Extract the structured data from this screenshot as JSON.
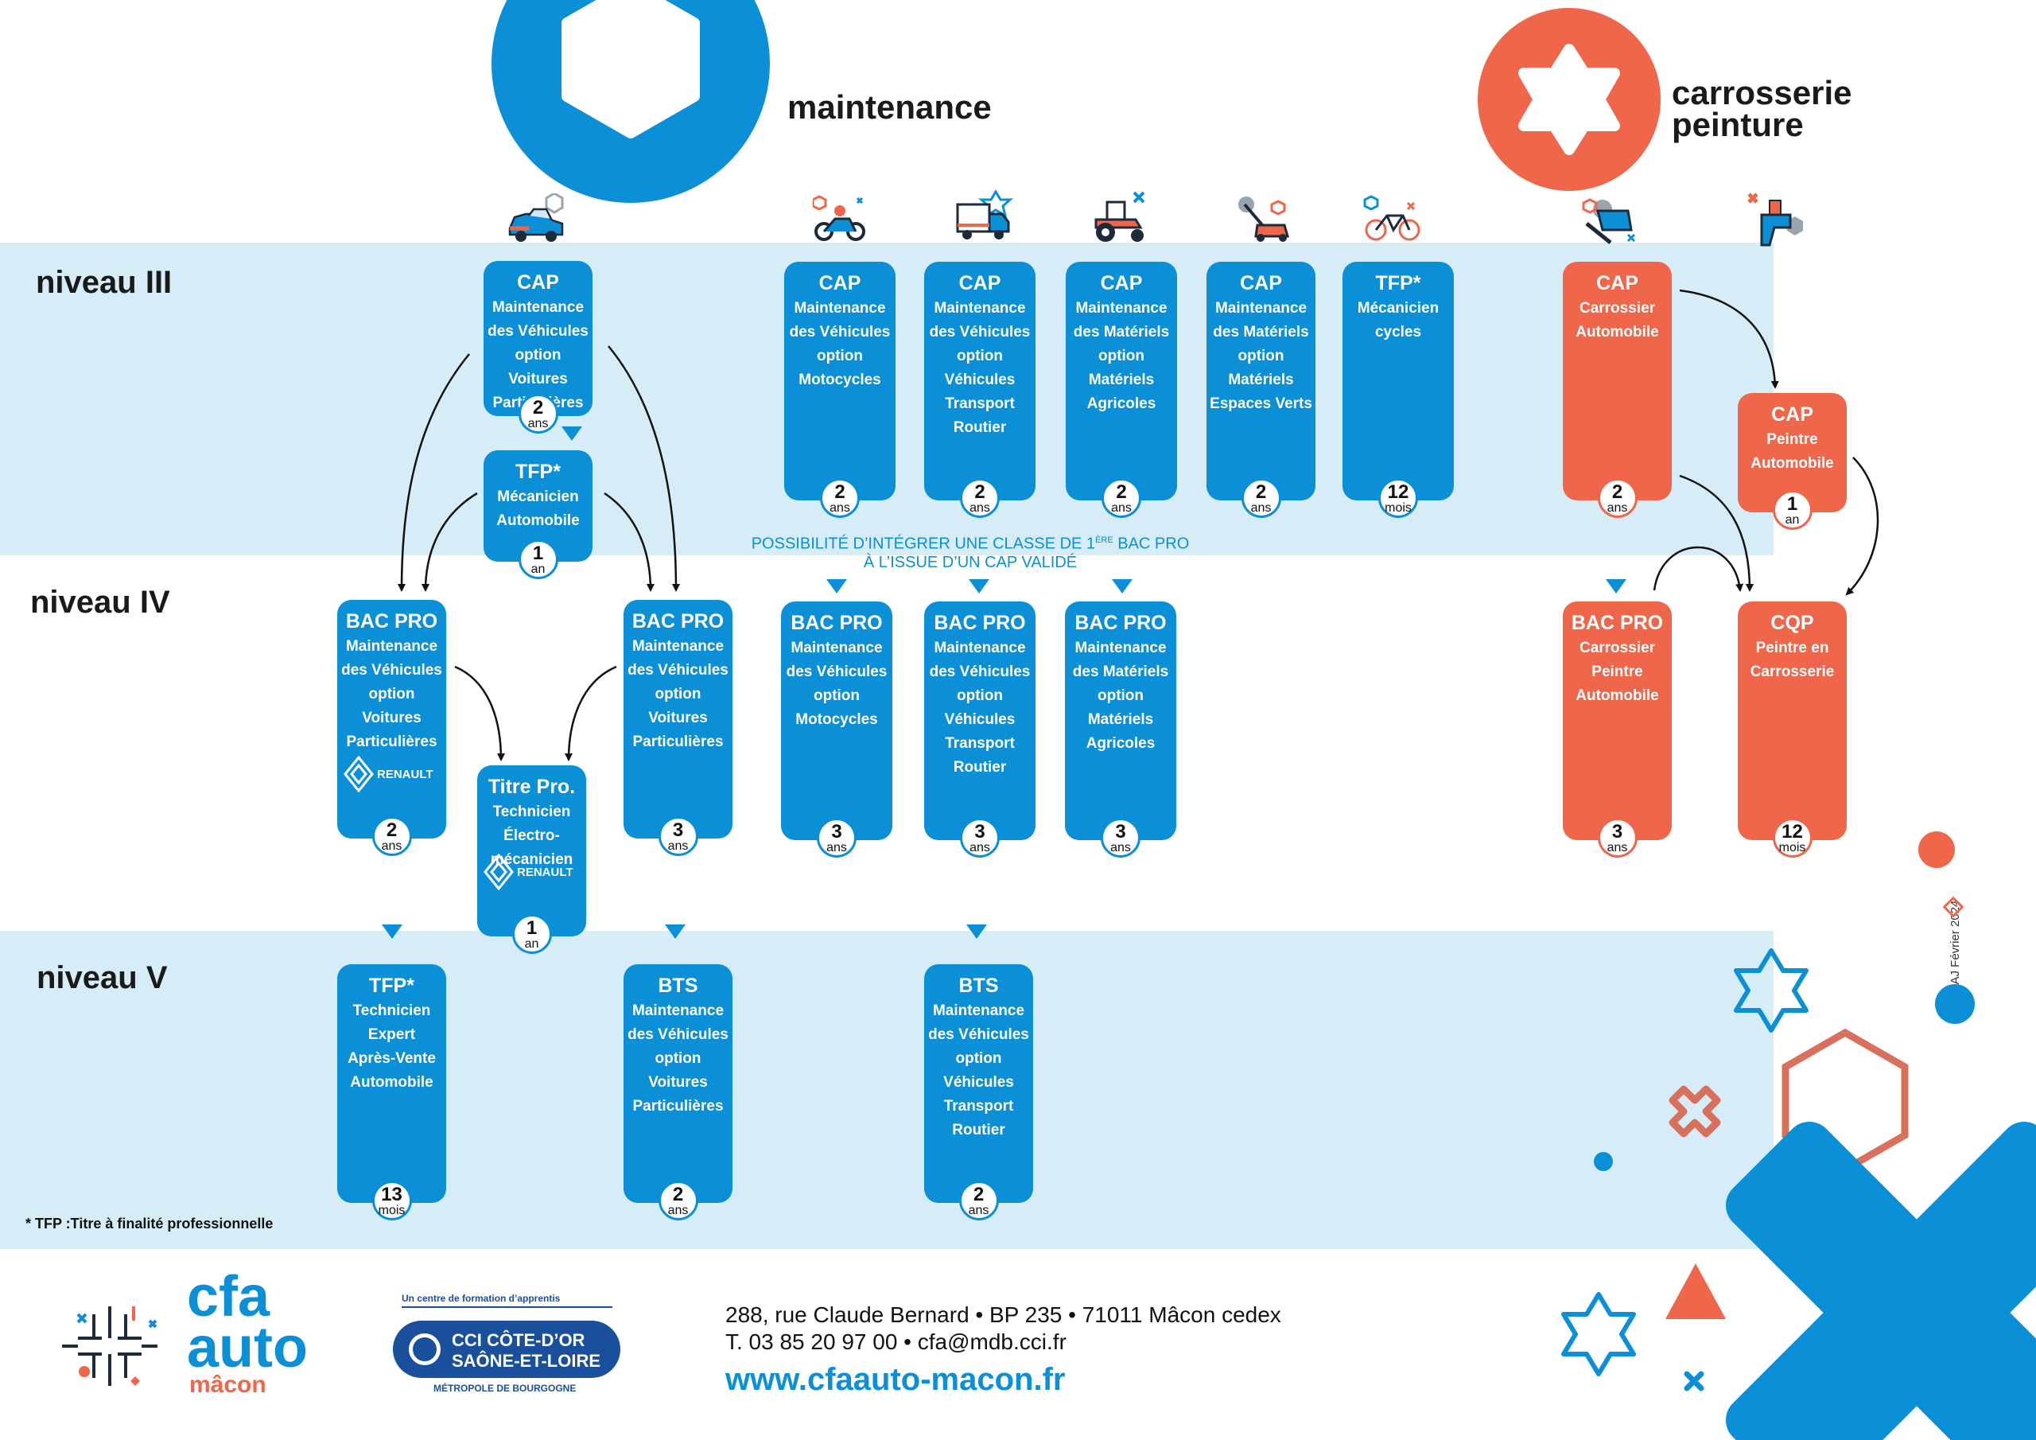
{
  "sections": {
    "maintenance": "maintenance",
    "carrosserie_line1": "carrosserie",
    "carrosserie_line2": "peinture"
  },
  "levels": {
    "iii": "niveau III",
    "iv": "niveau IV",
    "v": "niveau V"
  },
  "possibilite": {
    "line1": "POSSIBILITÉ D’INTÉGRER UNE CLASSE DE 1",
    "sup": "ÈRE",
    "line1b": " BAC PRO",
    "line2": "À L’ISSUE D’UN CAP VALIDÉ"
  },
  "footnote": "* TFP :Titre à finalité professionnelle",
  "maj": "MAJ Février 2024",
  "cards": [
    {
      "id": "cap-vp",
      "title": "CAP",
      "lines": [
        "Maintenance",
        "des Véhicules",
        "option Voitures",
        "Particulières"
      ],
      "n": "2",
      "u": "ans"
    },
    {
      "id": "tfp-meca",
      "title": "TFP*",
      "lines": [
        "Mécanicien",
        "Automobile"
      ],
      "n": "1",
      "u": "an"
    },
    {
      "id": "cap-moto",
      "title": "CAP",
      "lines": [
        "Maintenance",
        "des Véhicules",
        "option",
        "Motocycles"
      ],
      "n": "2",
      "u": "ans"
    },
    {
      "id": "cap-vtr",
      "title": "CAP",
      "lines": [
        "Maintenance",
        "des Véhicules",
        "option",
        "Véhicules",
        "Transport",
        "Routier"
      ],
      "n": "2",
      "u": "ans"
    },
    {
      "id": "cap-agri",
      "title": "CAP",
      "lines": [
        "Maintenance",
        "des Matériels",
        "option",
        "Matériels",
        "Agricoles"
      ],
      "n": "2",
      "u": "ans"
    },
    {
      "id": "cap-ev",
      "title": "CAP",
      "lines": [
        "Maintenance",
        "des Matériels",
        "option",
        "Matériels",
        "Espaces Verts"
      ],
      "n": "2",
      "u": "ans"
    },
    {
      "id": "tfp-cycles",
      "title": "TFP*",
      "lines": [
        "Mécanicien",
        "cycles"
      ],
      "n": "12",
      "u": "mois"
    },
    {
      "id": "cap-carr",
      "title": "CAP",
      "lines": [
        "Carrossier",
        "Automobile"
      ],
      "n": "2",
      "u": "ans"
    },
    {
      "id": "cap-peintre",
      "title": "CAP",
      "lines": [
        "Peintre",
        "Automobile"
      ],
      "n": "1",
      "u": "an"
    },
    {
      "id": "bac-vp-r",
      "title": "BAC PRO",
      "lines": [
        "Maintenance",
        "des Véhicules",
        "option",
        "Voitures",
        "Particulières"
      ],
      "n": "2",
      "u": "ans",
      "renault": "RENAULT"
    },
    {
      "id": "titre-pro",
      "title": "Titre Pro.",
      "lines": [
        "Technicien",
        "Électro-",
        "mécanicien"
      ],
      "n": "1",
      "u": "an",
      "renault": "RENAULT"
    },
    {
      "id": "bac-vp",
      "title": "BAC PRO",
      "lines": [
        "Maintenance",
        "des Véhicules",
        "option",
        "Voitures",
        "Particulières"
      ],
      "n": "3",
      "u": "ans"
    },
    {
      "id": "bac-moto",
      "title": "BAC PRO",
      "lines": [
        "Maintenance",
        "des Véhicules",
        "option",
        "Motocycles"
      ],
      "n": "3",
      "u": "ans"
    },
    {
      "id": "bac-vtr",
      "title": "BAC PRO",
      "lines": [
        "Maintenance",
        "des Véhicules",
        "option",
        "Véhicules",
        "Transport",
        "Routier"
      ],
      "n": "3",
      "u": "ans"
    },
    {
      "id": "bac-agri",
      "title": "BAC PRO",
      "lines": [
        "Maintenance",
        "des Matériels",
        "option",
        "Matériels",
        "Agricoles"
      ],
      "n": "3",
      "u": "ans"
    },
    {
      "id": "bac-carr",
      "title": "BAC PRO",
      "lines": [
        "Carrossier",
        "Peintre",
        "Automobile"
      ],
      "n": "3",
      "u": "ans"
    },
    {
      "id": "cqp",
      "title": "CQP",
      "lines": [
        "Peintre en",
        "Carrosserie"
      ],
      "n": "12",
      "u": "mois"
    },
    {
      "id": "tfp-expert",
      "title": "TFP*",
      "lines": [
        "Technicien",
        "Expert",
        "Après-Vente",
        "Automobile"
      ],
      "n": "13",
      "u": "mois"
    },
    {
      "id": "bts-vp",
      "title": "BTS",
      "lines": [
        "Maintenance",
        "des Véhicules",
        "option",
        "Voitures",
        "Particulières"
      ],
      "n": "2",
      "u": "ans"
    },
    {
      "id": "bts-vtr",
      "title": "BTS",
      "lines": [
        "Maintenance",
        "des Véhicules",
        "option",
        "Véhicules",
        "Transport",
        "Routier"
      ],
      "n": "2",
      "u": "ans"
    }
  ],
  "footer": {
    "logo_cfa": "cfa",
    "logo_auto": "auto",
    "logo_macon": "mâcon",
    "cci_tag": "Un centre de formation d’apprentis",
    "cci_l1": "CCI CÔTE-D’OR",
    "cci_l2": "SAÔNE-ET-LOIRE",
    "cci_sub": "MÉTROPOLE DE BOURGOGNE",
    "address": "288, rue Claude Bernard • BP 235 • 71011 Mâcon cedex",
    "contact": "T. 03 85 20 97 00 • cfa@mdb.cci.fr",
    "website": "www.cfaauto-macon.fr"
  },
  "colors": {
    "blue": "#0b8fd6",
    "orange": "#f0664a",
    "band": "#d6edf7"
  },
  "icons": [
    "hexagon-icon",
    "star-icon",
    "car-icon",
    "motorcycle-icon",
    "truck-icon",
    "tractor-icon",
    "lawnmower-icon",
    "bicycle-icon",
    "bodywork-icon",
    "spray-gun-icon"
  ]
}
